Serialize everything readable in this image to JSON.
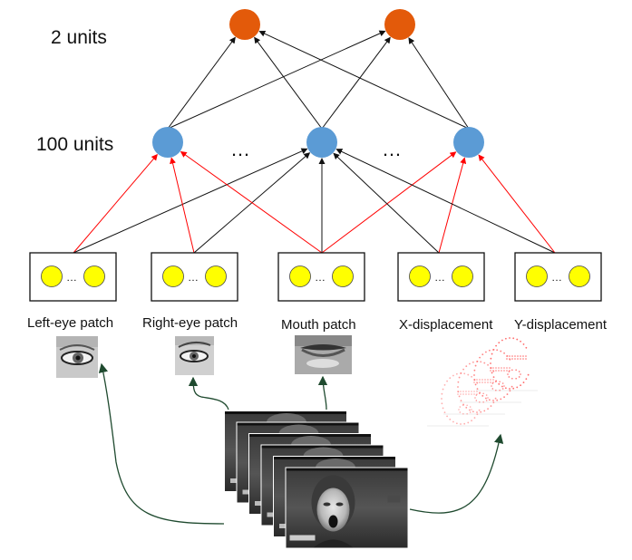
{
  "layers": {
    "output": {
      "label": "2 units",
      "node_count": 2,
      "color": "#e35a0a"
    },
    "hidden": {
      "label": "100 units",
      "node_count": 3,
      "ellipsis": "…",
      "color": "#5b9bd5"
    },
    "input": {
      "unit_color": "#ffff00",
      "unit_ellipsis": "…",
      "groups": [
        {
          "label": "Left-eye patch",
          "id": "left-eye"
        },
        {
          "label": "Right-eye patch",
          "id": "right-eye"
        },
        {
          "label": "Mouth patch",
          "id": "mouth"
        },
        {
          "label": "X-displacement",
          "id": "x-displacement"
        },
        {
          "label": "Y-displacement",
          "id": "y-displacement"
        }
      ]
    }
  },
  "edges": {
    "input_to_hidden": [
      {
        "from": 0,
        "to": 0,
        "color": "red"
      },
      {
        "from": 0,
        "to": 1,
        "color": "black"
      },
      {
        "from": 1,
        "to": 0,
        "color": "red"
      },
      {
        "from": 1,
        "to": 1,
        "color": "black"
      },
      {
        "from": 2,
        "to": 0,
        "color": "red"
      },
      {
        "from": 2,
        "to": 1,
        "color": "black"
      },
      {
        "from": 2,
        "to": 2,
        "color": "red"
      },
      {
        "from": 3,
        "to": 1,
        "color": "black"
      },
      {
        "from": 3,
        "to": 2,
        "color": "red"
      },
      {
        "from": 4,
        "to": 1,
        "color": "black"
      },
      {
        "from": 4,
        "to": 2,
        "color": "red"
      }
    ],
    "hidden_to_output": [
      {
        "from": 0,
        "to": 0
      },
      {
        "from": 0,
        "to": 1
      },
      {
        "from": 1,
        "to": 0
      },
      {
        "from": 1,
        "to": 1
      },
      {
        "from": 2,
        "to": 0
      },
      {
        "from": 2,
        "to": 1
      }
    ]
  },
  "colors": {
    "red_edge": "#ff0000",
    "black_edge": "#111111",
    "extraction_arrow": "#1f4a2f"
  },
  "video_frames": {
    "count": 6
  }
}
